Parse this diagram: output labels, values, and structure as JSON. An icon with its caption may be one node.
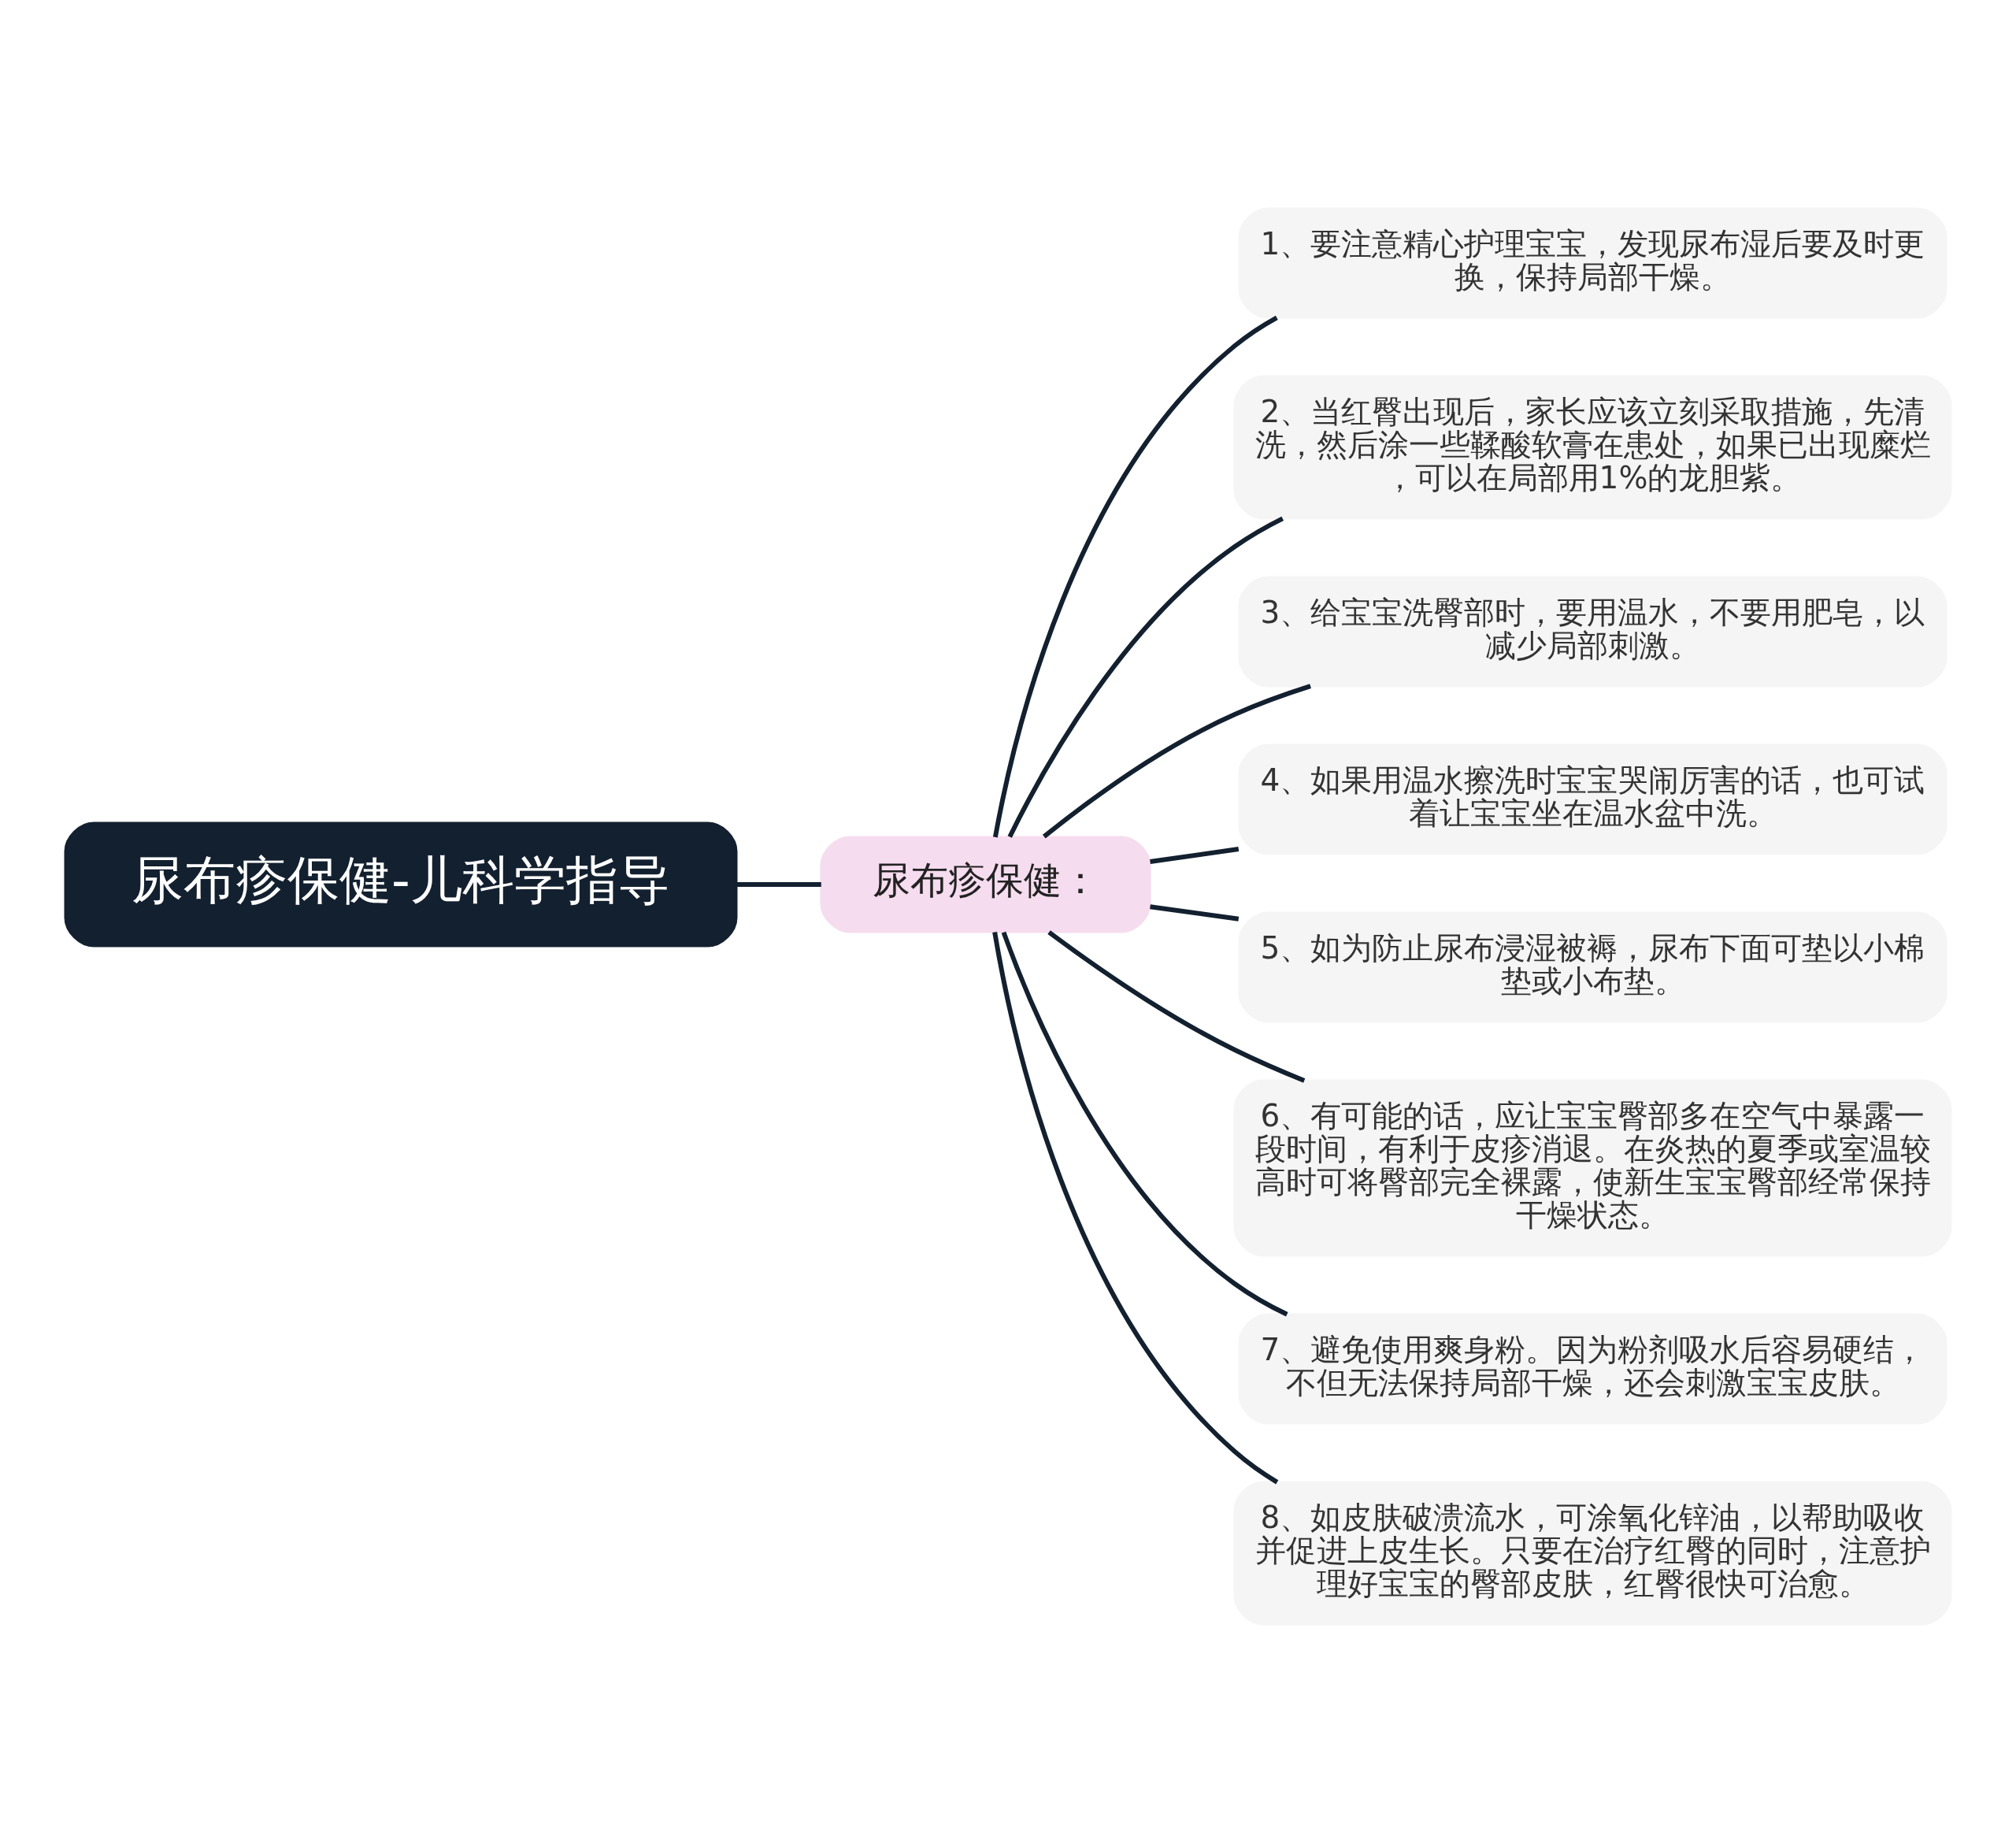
{
  "diagram": {
    "nodes": [
      {
        "text": [
          "尿布疹保健-儿科学指导"
        ]
      },
      {
        "text": [
          "尿布疹保健："
        ]
      },
      {
        "text": [
          "1、要注意精心护理宝宝，发现尿布湿后要及时更换，保持局部干燥。"
        ]
      },
      {
        "text": [
          "2、当红臀出现后，家长应该立刻采取措施，先清洗，然后涂一些鞣酸软膏在患处，如果已出现糜烂，可以在局部用1%的龙胆紫。"
        ]
      },
      {
        "text": [
          "3、给宝宝洗臀部时，要用温水，不要用肥皂，以减少局部刺激。"
        ]
      },
      {
        "text": [
          "4、如果用温水擦洗时宝宝哭闹厉害的话，也可试着让宝宝坐在温水盆中洗。"
        ]
      },
      {
        "text": [
          "5、如为防止尿布浸湿被褥，尿布下面可垫以小棉垫或小布垫。"
        ]
      },
      {
        "text": [
          "6、有可能的话，应让宝宝臀部多在空气中暴露一段时间，有利于皮疹消退。在炎热的夏季或室温较高时可将臀部完全裸露，使新生宝宝臀部经常保持干燥状态。"
        ]
      },
      {
        "text": [
          "7、避免使用爽身粉。因为粉剂吸水后容易硬结，不但无法保持局部干燥，还会刺激宝宝皮肤。"
        ]
      },
      {
        "text": [
          "8、如皮肤破溃流水，可涂氧化锌油，以帮助吸收并促进上皮生长。只要在治疗红臀的同时，注意护理好宝宝的臀部皮肤，红臀很快可治愈。"
        ]
      }
    ],
    "edges": [
      {
        "from": 0,
        "to": 1,
        "arrow": "none"
      },
      {
        "from": 1,
        "to": 2,
        "arrow": "none"
      },
      {
        "from": 1,
        "to": 3,
        "arrow": "none"
      },
      {
        "from": 1,
        "to": 4,
        "arrow": "none"
      },
      {
        "from": 1,
        "to": 5,
        "arrow": "none"
      },
      {
        "from": 1,
        "to": 6,
        "arrow": "none"
      },
      {
        "from": 1,
        "to": 7,
        "arrow": "none"
      },
      {
        "from": 1,
        "to": 8,
        "arrow": "none"
      },
      {
        "from": 1,
        "to": 9,
        "arrow": "none"
      }
    ]
  }
}
